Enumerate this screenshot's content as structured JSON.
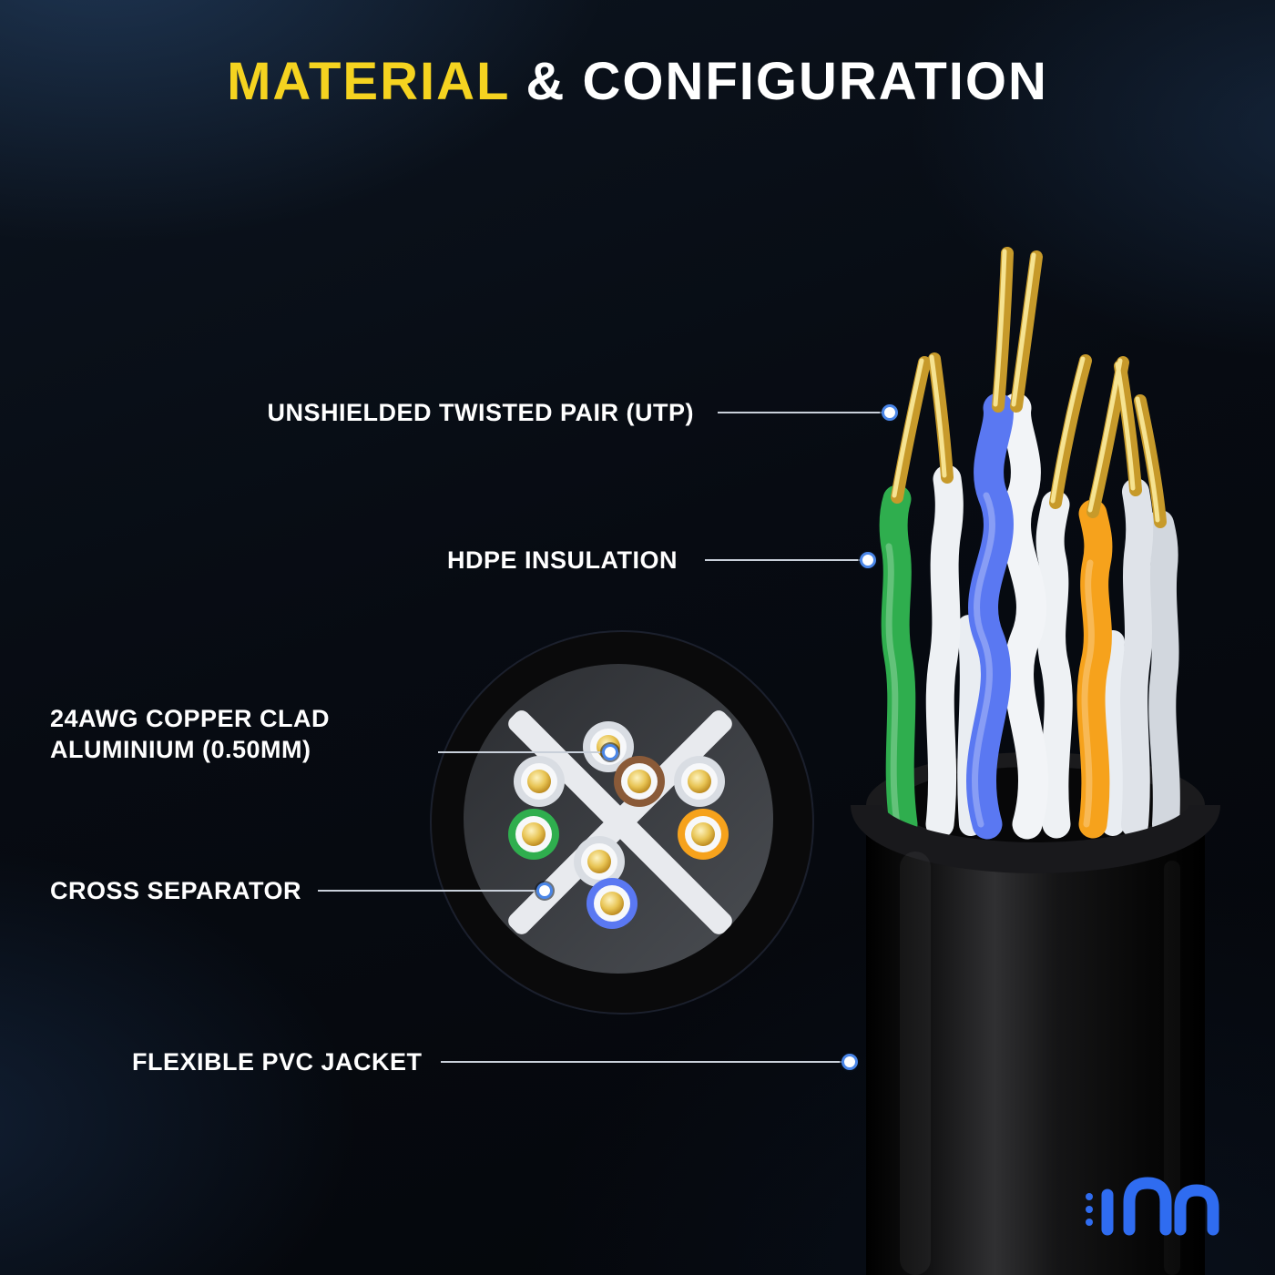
{
  "title": {
    "highlight": "MATERIAL",
    "rest": "& CONFIGURATION"
  },
  "callouts": [
    {
      "id": "utp",
      "label": "UNSHIELDED TWISTED PAIR (UTP)"
    },
    {
      "id": "hdpe",
      "label": "HDPE INSULATION"
    },
    {
      "id": "cca",
      "label": "24AWG COPPER CLAD ALUMINIUM (0.50MM)"
    },
    {
      "id": "cross",
      "label": "CROSS SEPARATOR"
    },
    {
      "id": "jacket",
      "label": "FLEXIBLE PVC JACKET"
    }
  ],
  "colors": {
    "accent_yellow": "#f5d320",
    "label_white": "#ffffff",
    "leader_line": "#c9d0da",
    "leader_dot_ring": "#4a86e8",
    "wire_green": "#2fae4e",
    "wire_blue": "#5a78f2",
    "wire_orange": "#f6a21c",
    "wire_brown": "#8a5a38",
    "wire_white": "#eef1f4",
    "copper_gold": "#c79a2a",
    "jacket_black": "#101010",
    "logo_blue": "#2f6cf0"
  },
  "diagram": {
    "pairs": 4,
    "conductor_count": 8,
    "cross_section_conductors": [
      "white",
      "brown",
      "white",
      "green",
      "white",
      "orange",
      "white",
      "blue"
    ]
  }
}
